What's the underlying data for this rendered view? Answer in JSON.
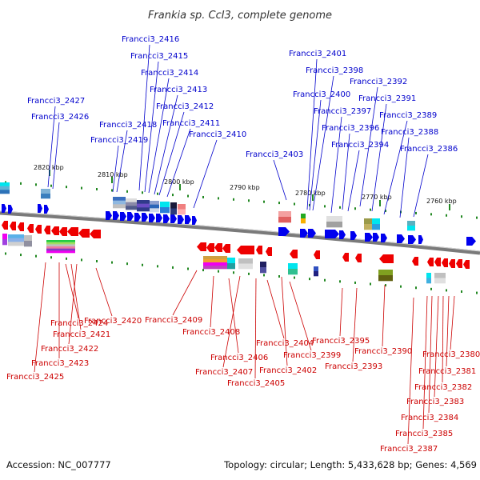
{
  "title": "Frankia sp. CcI3, complete genome",
  "footer": {
    "accession": "Accession: NC_007777",
    "summary": "Topology: circular; Length: 5,433,628 bp; Genes: 4,569"
  },
  "colors": {
    "top_strand": "#0000ee",
    "bottom_strand": "#ee0000",
    "top_label": "#0000cc",
    "bottom_label": "#cc0000",
    "tick": "#228822",
    "axis": "#7a7a7a"
  },
  "scale_labels": [
    "2820 kbp",
    "2810 kbp",
    "2800 kbp",
    "2790 kbp",
    "2780 kbp",
    "2770 kbp",
    "2760 kbp"
  ],
  "top_genes": [
    "Francci3_2416",
    "Francci3_2415",
    "Francci3_2414",
    "Francci3_2413",
    "Francci3_2412",
    "Francci3_2411",
    "Francci3_2410",
    "Francci3_2418",
    "Francci3_2419",
    "Francci3_2427",
    "Francci3_2426",
    "Francci3_2401",
    "Francci3_2398",
    "Francci3_2400",
    "Francci3_2392",
    "Francci3_2397",
    "Francci3_2391",
    "Francci3_2389",
    "Francci3_2396",
    "Francci3_2388",
    "Francci3_2394",
    "Francci3_2386",
    "Francci3_2403"
  ],
  "bottom_genes": [
    "Francci3_2409",
    "Francci3_2420",
    "Francci3_2424",
    "Francci3_2421",
    "Francci3_2422",
    "Francci3_2423",
    "Francci3_2425",
    "Francci3_2408",
    "Francci3_2404",
    "Francci3_2406",
    "Francci3_2407",
    "Francci3_2402",
    "Francci3_2405",
    "Francci3_2399",
    "Francci3_2395",
    "Francci3_2393",
    "Francci3_2390",
    "Francci3_2380",
    "Francci3_2381",
    "Francci3_2382",
    "Francci3_2383",
    "Francci3_2384",
    "Francci3_2385",
    "Francci3_2387"
  ]
}
